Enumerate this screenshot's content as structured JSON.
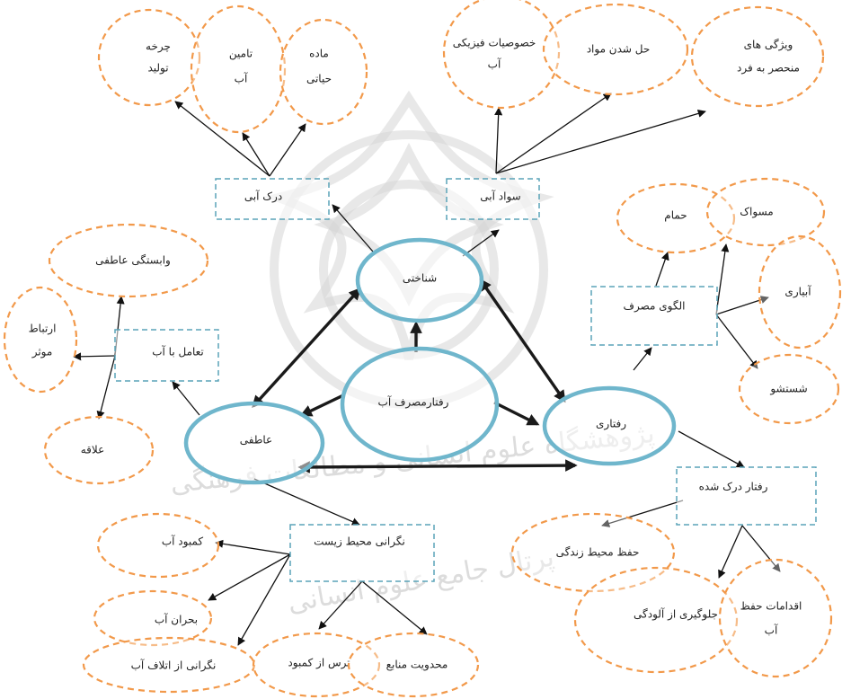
{
  "center": {
    "label": "رفتارمصرف آب"
  },
  "hubs": {
    "cognitive": "شناختی",
    "emotional": "عاطفی",
    "behavioral": "رفتاری"
  },
  "boxes": {
    "water_perception": "درک آبی",
    "water_literacy": "سواد آبی",
    "interaction_with_water": "تعامل با آب",
    "consumption_pattern": "الگوی مصرف",
    "perceived_behavior": "رفتار درک شده",
    "environmental_concern": "نگرانی محیط زیست"
  },
  "leaves": {
    "production_cycle": [
      "چرخه",
      "تولید"
    ],
    "water_supply": [
      "تامین",
      "آب"
    ],
    "living_matter": [
      "ماده",
      "حیاتی"
    ],
    "physical_properties": [
      "خصوصیات فیزیکی",
      "آب"
    ],
    "dissolving": [
      "حل شدن مواد"
    ],
    "unique_features": [
      "ویژگی های",
      "منحصر به فرد"
    ],
    "emotional_attachment": [
      "وابستگی عاطفی"
    ],
    "effective_relation": [
      "ارتباط",
      "موثر"
    ],
    "interest": [
      "علاقه"
    ],
    "bath": [
      "حمام"
    ],
    "toothbrush": [
      "مسواک"
    ],
    "irrigation": [
      "آبیاری"
    ],
    "washing": [
      "شستشو"
    ],
    "life_protection": [
      "حفظ محیط زندگی"
    ],
    "pollution_prevention": [
      "جلوگیری از آلودگی"
    ],
    "water_conservation": [
      "اقدامات حفظ",
      "آب"
    ],
    "water_shortage": [
      "کمبود آب"
    ],
    "water_crisis": [
      "بحران آب"
    ],
    "waste_concern": [
      "نگرانی از اتلاف آب"
    ],
    "fear_shortage": [
      "ترس از کمبود"
    ],
    "resource_limit": [
      "محدویت منابع"
    ]
  },
  "watermark": {
    "line1": "پژوهشگاه علوم انسانی و مطالعات فرهنگی",
    "line2": "پرتال جامع علوم انسانی"
  }
}
